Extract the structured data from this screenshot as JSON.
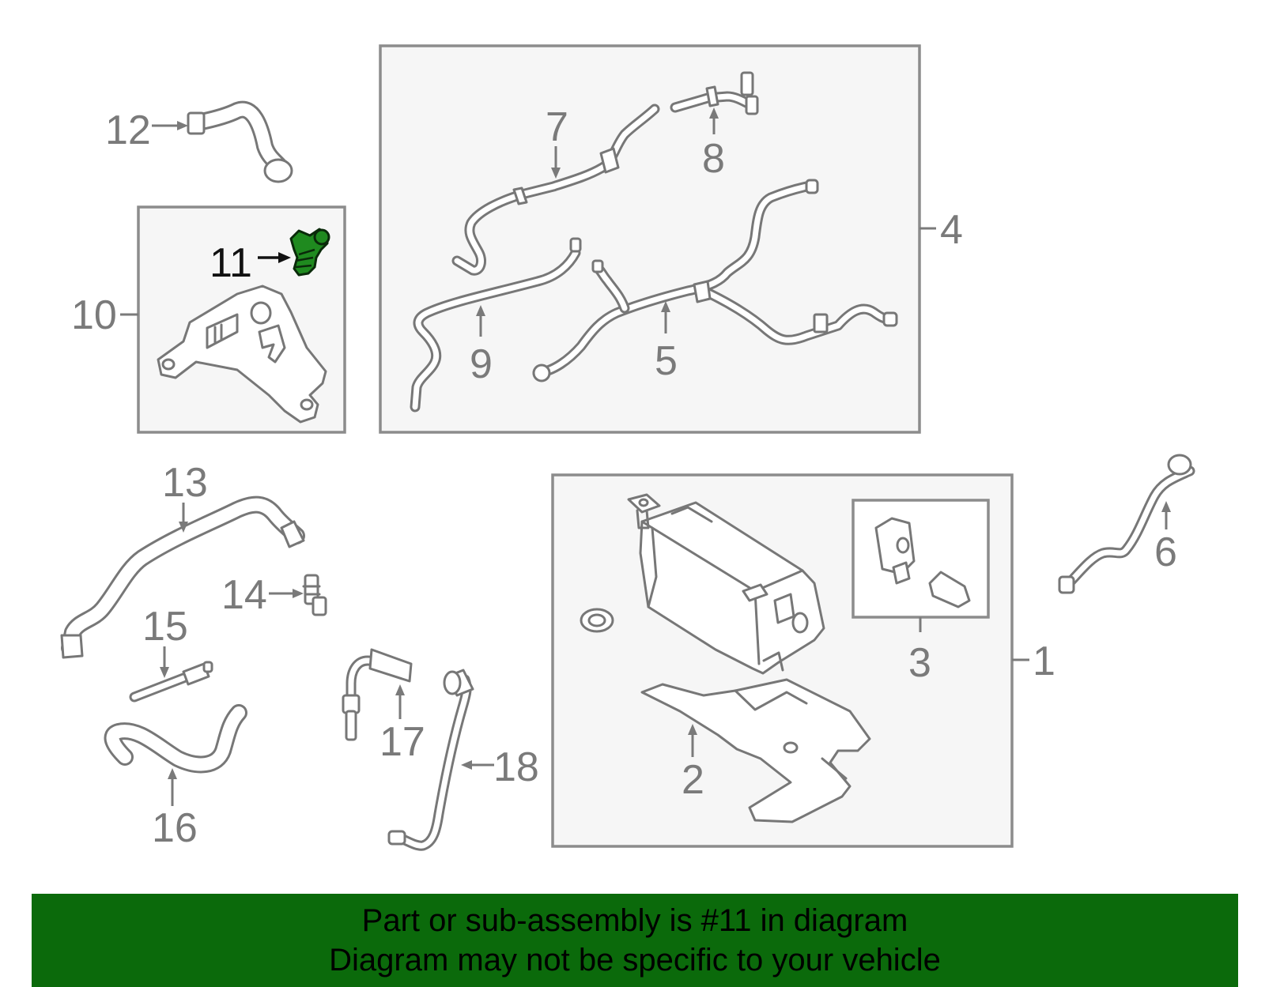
{
  "diagram": {
    "highlighted_part": "11",
    "highlight_color": "#1f8a1f",
    "callouts": {
      "c1": "1",
      "c2": "2",
      "c3": "3",
      "c4": "4",
      "c5": "5",
      "c6": "6",
      "c7": "7",
      "c8": "8",
      "c9": "9",
      "c10": "10",
      "c11": "11",
      "c12": "12",
      "c13": "13",
      "c14": "14",
      "c15": "15",
      "c16": "16",
      "c17": "17",
      "c18": "18"
    }
  },
  "banner": {
    "line1": "Part or sub-assembly is #11 in diagram",
    "line2": "Diagram may not be specific to your vehicle",
    "background": "#0b6a0b"
  }
}
